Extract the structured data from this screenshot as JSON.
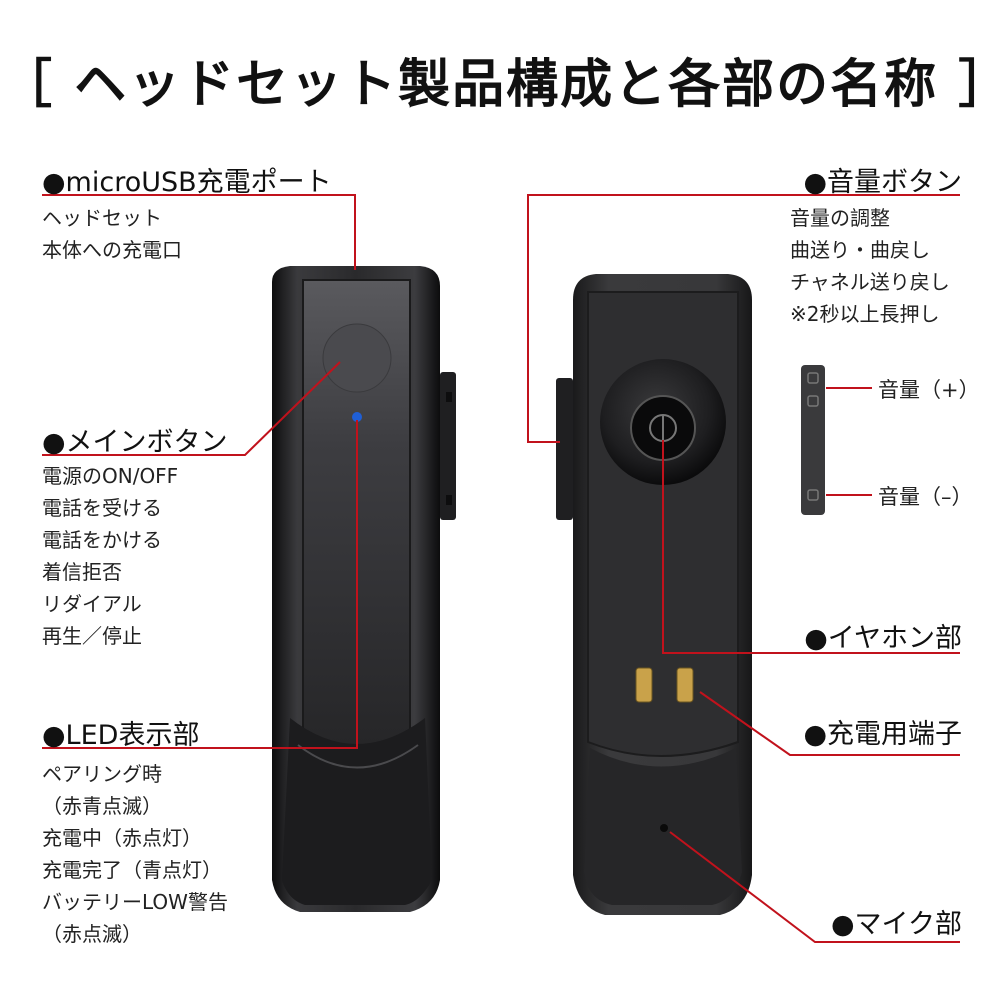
{
  "title": "［ ヘッドセット製品構成と各部の名称 ］",
  "labels": {
    "usb_port": {
      "heading": "●microUSB充電ポート",
      "desc": [
        "ヘッドセット",
        "本体への充電口"
      ]
    },
    "main_button": {
      "heading": "●メインボタン",
      "desc": [
        "電源のON/OFF",
        "電話を受ける",
        "電話をかける",
        "着信拒否",
        "リダイアル",
        "再生／停止"
      ]
    },
    "led": {
      "heading": "●LED表示部",
      "desc": [
        "ペアリング時",
        "（赤青点滅）",
        "充電中（赤点灯）",
        "充電完了（青点灯）",
        "バッテリーLOW警告",
        "（赤点滅）"
      ]
    },
    "volume_button": {
      "heading": "●音量ボタン",
      "desc": [
        "音量の調整",
        "曲送り・曲戻し",
        "チャネル送り戻し",
        "※2秒以上長押し"
      ]
    },
    "volume_up": "音量（+）",
    "volume_down": "音量（–）",
    "earphone": {
      "heading": "●イヤホン部"
    },
    "charging_terminal": {
      "heading": "●充電用端子"
    },
    "mic": {
      "heading": "●マイク部"
    }
  },
  "colors": {
    "accent_line": "#c1121c",
    "led_blue": "#1f5fd6",
    "device_body": "#2b2b2d",
    "contacts": "#c9a24a"
  }
}
